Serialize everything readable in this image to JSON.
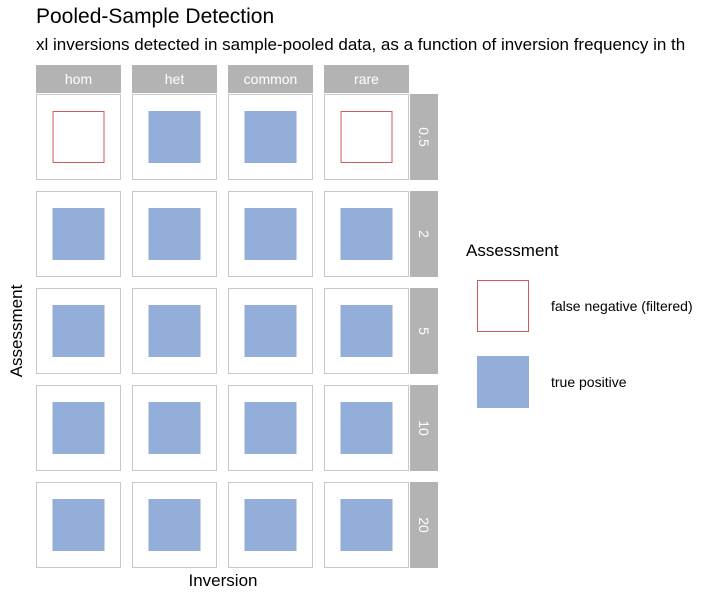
{
  "chart_data": {
    "type": "heatmap",
    "title": "Pooled-Sample Detection",
    "subtitle": "xl inversions detected in sample-pooled data, as a function of inversion frequency in th",
    "xlabel": "Inversion",
    "ylabel": "Assessment",
    "columns": [
      "hom",
      "het",
      "common",
      "rare"
    ],
    "rows": [
      "0.5",
      "2",
      "5",
      "10",
      "20"
    ],
    "cells": [
      [
        "false negative (filtered)",
        "true positive",
        "true positive",
        "false negative (filtered)"
      ],
      [
        "true positive",
        "true positive",
        "true positive",
        "true positive"
      ],
      [
        "true positive",
        "true positive",
        "true positive",
        "true positive"
      ],
      [
        "true positive",
        "true positive",
        "true positive",
        "true positive"
      ],
      [
        "true positive",
        "true positive",
        "true positive",
        "true positive"
      ]
    ],
    "legend": {
      "title": "Assessment",
      "position": "right",
      "items": [
        {
          "label": "false negative (filtered)",
          "fill": "none",
          "stroke": "#d0575f"
        },
        {
          "label": "true positive",
          "fill": "#92aed9",
          "stroke": "#92aed9"
        }
      ]
    },
    "colors": {
      "strip_fill": "#b3b3b3",
      "strip_text": "#ffffff",
      "panel_border": "#c8c8c8"
    }
  }
}
